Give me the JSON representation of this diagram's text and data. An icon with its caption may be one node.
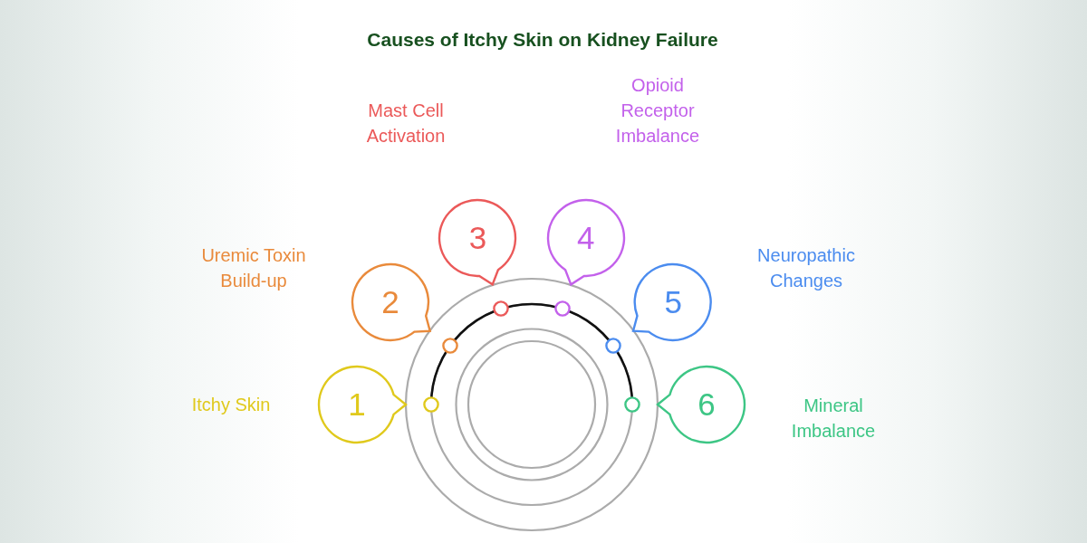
{
  "diagram": {
    "title": "Causes of Itchy Skin on Kidney Failure",
    "nodes": [
      {
        "text": [
          "1"
        ],
        "beside": [
          "Itchy Skin"
        ]
      },
      {
        "text": [
          "2"
        ],
        "beside": [
          "Uremic Toxin Build-up"
        ]
      },
      {
        "text": [
          "3"
        ],
        "beside": [
          "Mast Cell Activation"
        ]
      },
      {
        "text": [
          "4"
        ],
        "beside": [
          "Opioid Receptor Imbalance"
        ]
      },
      {
        "text": [
          "5"
        ],
        "beside": [
          "Neuropathic Changes"
        ]
      },
      {
        "text": [
          "6"
        ],
        "beside": [
          "Mineral Imbalance"
        ]
      }
    ]
  }
}
